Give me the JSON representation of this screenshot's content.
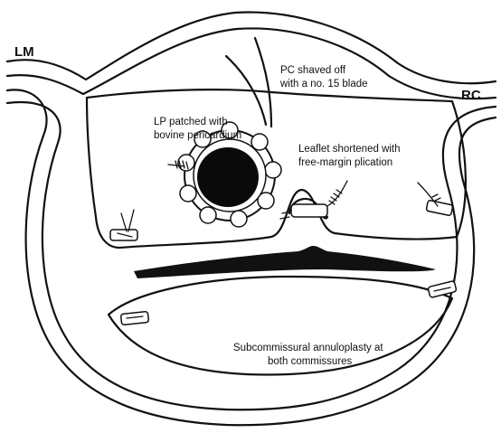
{
  "labels": {
    "lm": "LM",
    "rc": "RC",
    "pc_shaved": [
      "PC shaved off",
      "with a no. 15 blade"
    ],
    "lp_patched": [
      "LP patched with",
      "bovine pericardium"
    ],
    "leaflet_shortened": [
      "Leaflet shortened with",
      "free-margin plication"
    ],
    "annuloplasty": [
      "Subcommissural annuloplasty at",
      "both commissures"
    ]
  },
  "colors": {
    "ink": "#111111",
    "background": "#ffffff"
  }
}
